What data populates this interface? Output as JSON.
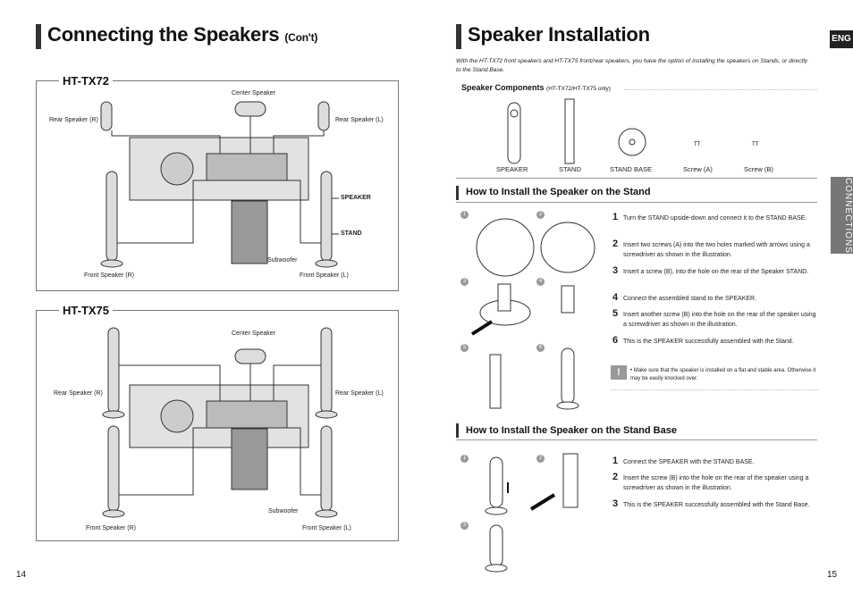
{
  "left": {
    "title": "Connecting the Speakers",
    "title_suffix": "(Con't)",
    "tx72": {
      "model": "HT-TX72",
      "center_speaker": "Center Speaker",
      "rear_right": "Rear Speaker (R)",
      "rear_left": "Rear Speaker (L)",
      "speaker_tag": "SPEAKER",
      "stand_tag": "STAND",
      "subwoofer": "Subwoofer",
      "front_right": "Front Speaker (R)",
      "front_left": "Front Speaker (L)"
    },
    "tx75": {
      "model": "HT-TX75",
      "center_speaker": "Center Speaker",
      "rear_right": "Rear Speaker (R)",
      "rear_left": "Rear Speaker (L)",
      "subwoofer": "Subwoofer",
      "front_right": "Front Speaker (R)",
      "front_left": "Front Speaker (L)"
    },
    "page_number": "14"
  },
  "right": {
    "title": "Speaker Installation",
    "intro": "With the HT-TX72 front speakers and HT-TX75 front/rear speakers, you have the option of installing the speakers on Stands, or directly to the Stand Base.",
    "components": {
      "heading": "Speaker Components",
      "heading_note": "(HT-TX72/HT-TX75 only)",
      "items": [
        "SPEAKER",
        "STAND",
        "STAND BASE",
        "Screw (A)",
        "Screw (B)"
      ]
    },
    "stand": {
      "heading": "How to Install the Speaker on the Stand",
      "steps": [
        {
          "num": "1",
          "text": "Turn the STAND upside-down and connect it to the STAND BASE."
        },
        {
          "num": "2",
          "text": "Insert two screws (A) into the two holes marked with arrows using a screwdriver as shown in the illustration."
        },
        {
          "num": "3",
          "text": "Insert a screw (B), into the hole on the rear of the Speaker STAND."
        },
        {
          "num": "4",
          "text": "Connect the assembled stand to the SPEAKER."
        },
        {
          "num": "5",
          "text": "Insert another screw (B) into the hole on the rear of the speaker using a screwdriver as shown in the illustration."
        },
        {
          "num": "6",
          "text": "This is the SPEAKER successfully assembled with the Stand."
        }
      ],
      "note": "• Make sure that the speaker is installed on a flat and stable area. Otherwise it may be easily knocked over."
    },
    "base": {
      "heading": "How to Install the Speaker on the Stand Base",
      "steps": [
        {
          "num": "1",
          "text": "Connect the SPEAKER with the STAND BASE."
        },
        {
          "num": "2",
          "text": "Insert the screw (B) into the hole on the rear of the speaker using a screwdriver as shown in the illustration."
        },
        {
          "num": "3",
          "text": "This is the SPEAKER successfully assembled with the Stand Base."
        }
      ]
    },
    "lang_tab": "ENG",
    "side_tab": "CONNECTIONS",
    "page_number": "15"
  }
}
